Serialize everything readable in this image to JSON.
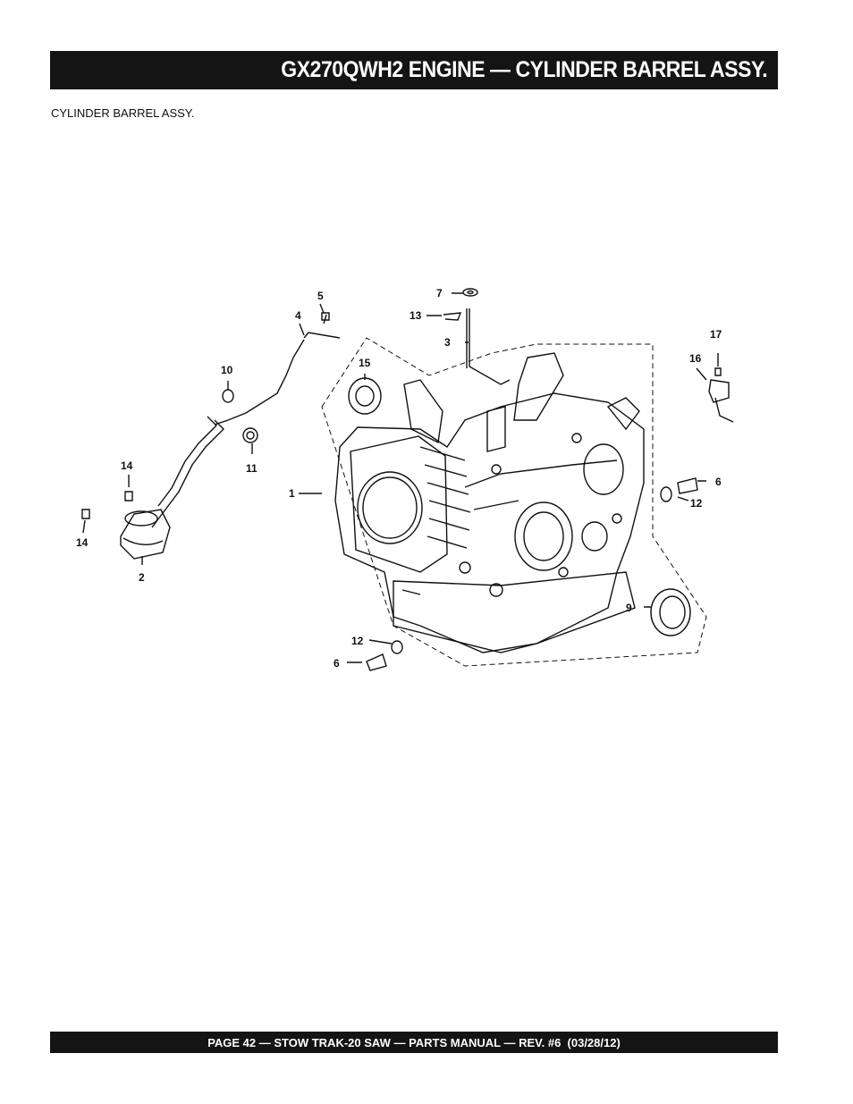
{
  "header": {
    "title": "GX270QWH2 ENGINE — CYLINDER BARREL ASSY."
  },
  "section": {
    "subtitle": "CYLINDER BARREL ASSY."
  },
  "diagram": {
    "callouts": [
      "1",
      "2",
      "3",
      "4",
      "5",
      "6",
      "6",
      "7",
      "9",
      "10",
      "11",
      "12",
      "12",
      "13",
      "14",
      "14",
      "15",
      "16",
      "17"
    ]
  },
  "footer": {
    "text": "PAGE 42 — STOW TRAK-20 SAW — PARTS MANUAL — REV. #6  (03/28/12)"
  }
}
